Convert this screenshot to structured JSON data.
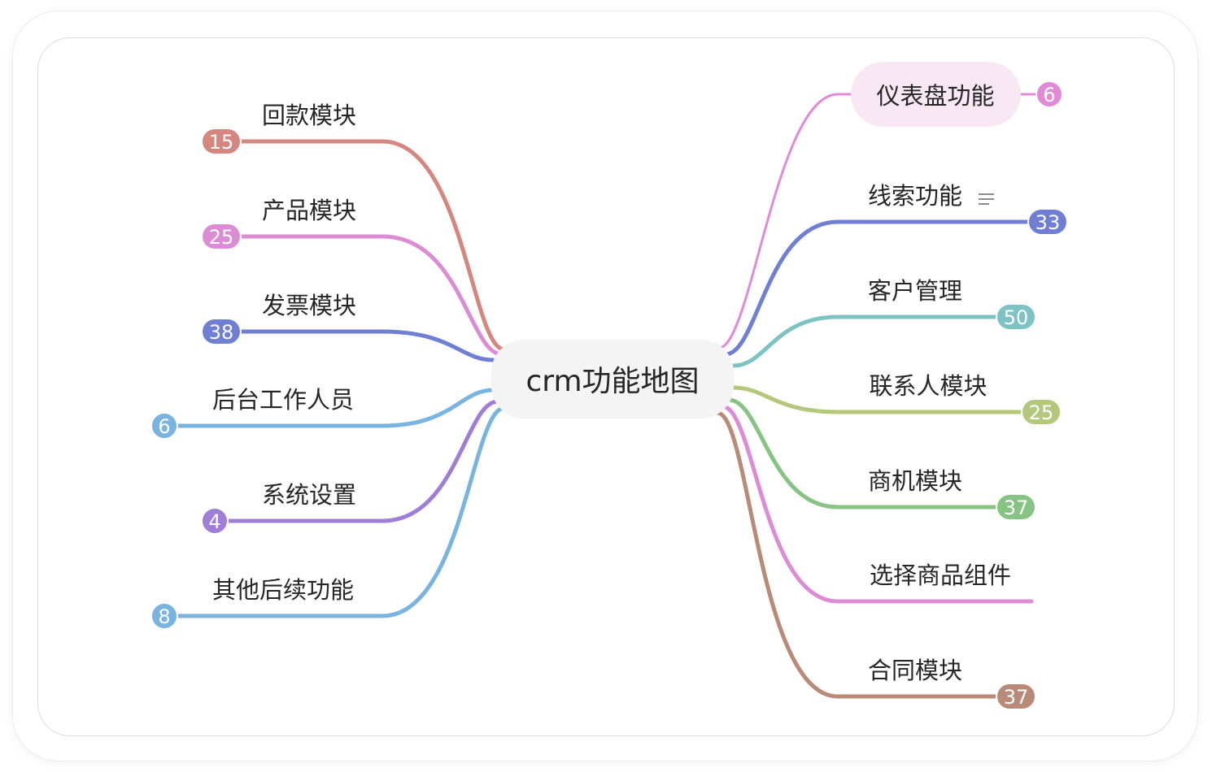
{
  "root": {
    "label": "crm功能地图"
  },
  "left_branches": [
    {
      "label": "回款模块",
      "count": "15",
      "color": "#d4867f"
    },
    {
      "label": "产品模块",
      "count": "25",
      "color": "#dc8cd5"
    },
    {
      "label": "发票模块",
      "count": "38",
      "color": "#6f7fd4"
    },
    {
      "label": "后台工作人员",
      "count": "6",
      "color": "#79b3e0"
    },
    {
      "label": "系统设置",
      "count": "4",
      "color": "#a07ed8"
    },
    {
      "label": "其他后续功能",
      "count": "8",
      "color": "#79b3e0"
    }
  ],
  "right_branches": [
    {
      "label": "仪表盘功能",
      "count": "6",
      "color": "#e08ad8",
      "highlighted": true
    },
    {
      "label": "线索功能",
      "count": "33",
      "color": "#6f7fd4",
      "has_note": true,
      "note_icon": "note-lines-icon"
    },
    {
      "label": "客户管理",
      "count": "50",
      "color": "#7ec3c3"
    },
    {
      "label": "联系人模块",
      "count": "25",
      "color": "#b3c87a"
    },
    {
      "label": "商机模块",
      "count": "37",
      "color": "#87c484"
    },
    {
      "label": "选择商品组件",
      "count": "",
      "color": "#dc8cd5"
    },
    {
      "label": "合同模块",
      "count": "37",
      "color": "#b98a78"
    }
  ]
}
